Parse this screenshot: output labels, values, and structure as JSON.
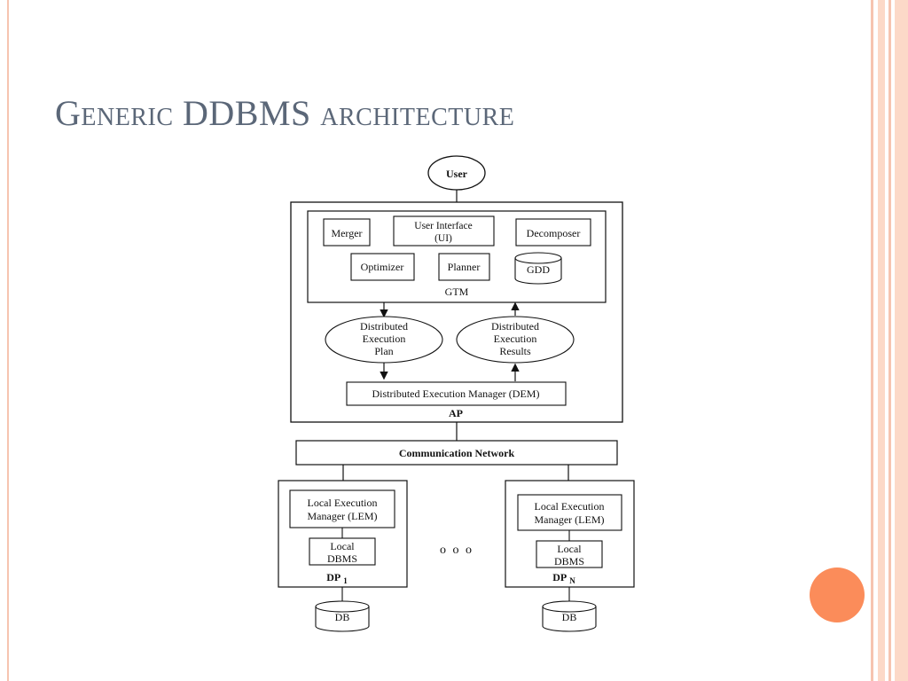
{
  "slide": {
    "title": "Generic DDBMS architecture"
  },
  "diagram": {
    "user": "User",
    "gtm": {
      "merger": "Merger",
      "ui_line1": "User Interface",
      "ui_line2": "(UI)",
      "decomposer": "Decomposer",
      "optimizer": "Optimizer",
      "planner": "Planner",
      "gdd": "GDD",
      "label": "GTM"
    },
    "plan": {
      "line1": "Distributed",
      "line2": "Execution",
      "line3": "Plan"
    },
    "results": {
      "line1": "Distributed",
      "line2": "Execution",
      "line3": "Results"
    },
    "dem": "Distributed Execution Manager (DEM)",
    "ap": "AP",
    "network": "Communication Network",
    "dp1": {
      "lem_line1": "Local Execution",
      "lem_line2": "Manager (LEM)",
      "dbms_line1": "Local",
      "dbms_line2": "DBMS",
      "label": "DP",
      "sub": "1",
      "db": "DB"
    },
    "dpn": {
      "lem_line1": "Local Execution",
      "lem_line2": "Manager (LEM)",
      "dbms_line1": "Local",
      "dbms_line2": "DBMS",
      "label": "DP",
      "sub": "N",
      "db": "DB"
    },
    "ellipsis": "o o o"
  },
  "colors": {
    "title": "#5b6778",
    "accent": "#fb8c5a",
    "border": "#f6c4b0"
  }
}
